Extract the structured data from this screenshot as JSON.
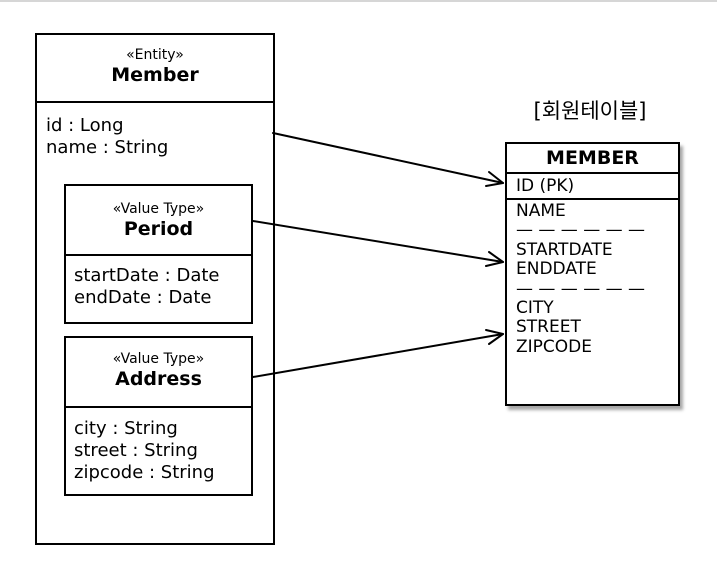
{
  "entity": {
    "stereotype": "«Entity»",
    "name": "Member",
    "attributes": [
      "id : Long",
      "name : String"
    ]
  },
  "period": {
    "stereotype": "«Value Type»",
    "name": "Period",
    "attributes": [
      "startDate : Date",
      "endDate : Date"
    ]
  },
  "address": {
    "stereotype": "«Value Type»",
    "name": "Address",
    "attributes": [
      "city : String",
      "street : String",
      "zipcode : String"
    ]
  },
  "table": {
    "title": "[회원테이블]",
    "name": "MEMBER",
    "pk": "ID (PK)",
    "columns": [
      "NAME",
      "— — — — — —",
      "STARTDATE",
      "ENDDATE",
      "— — — — — —",
      "CITY",
      "STREET",
      "ZIPCODE"
    ]
  }
}
